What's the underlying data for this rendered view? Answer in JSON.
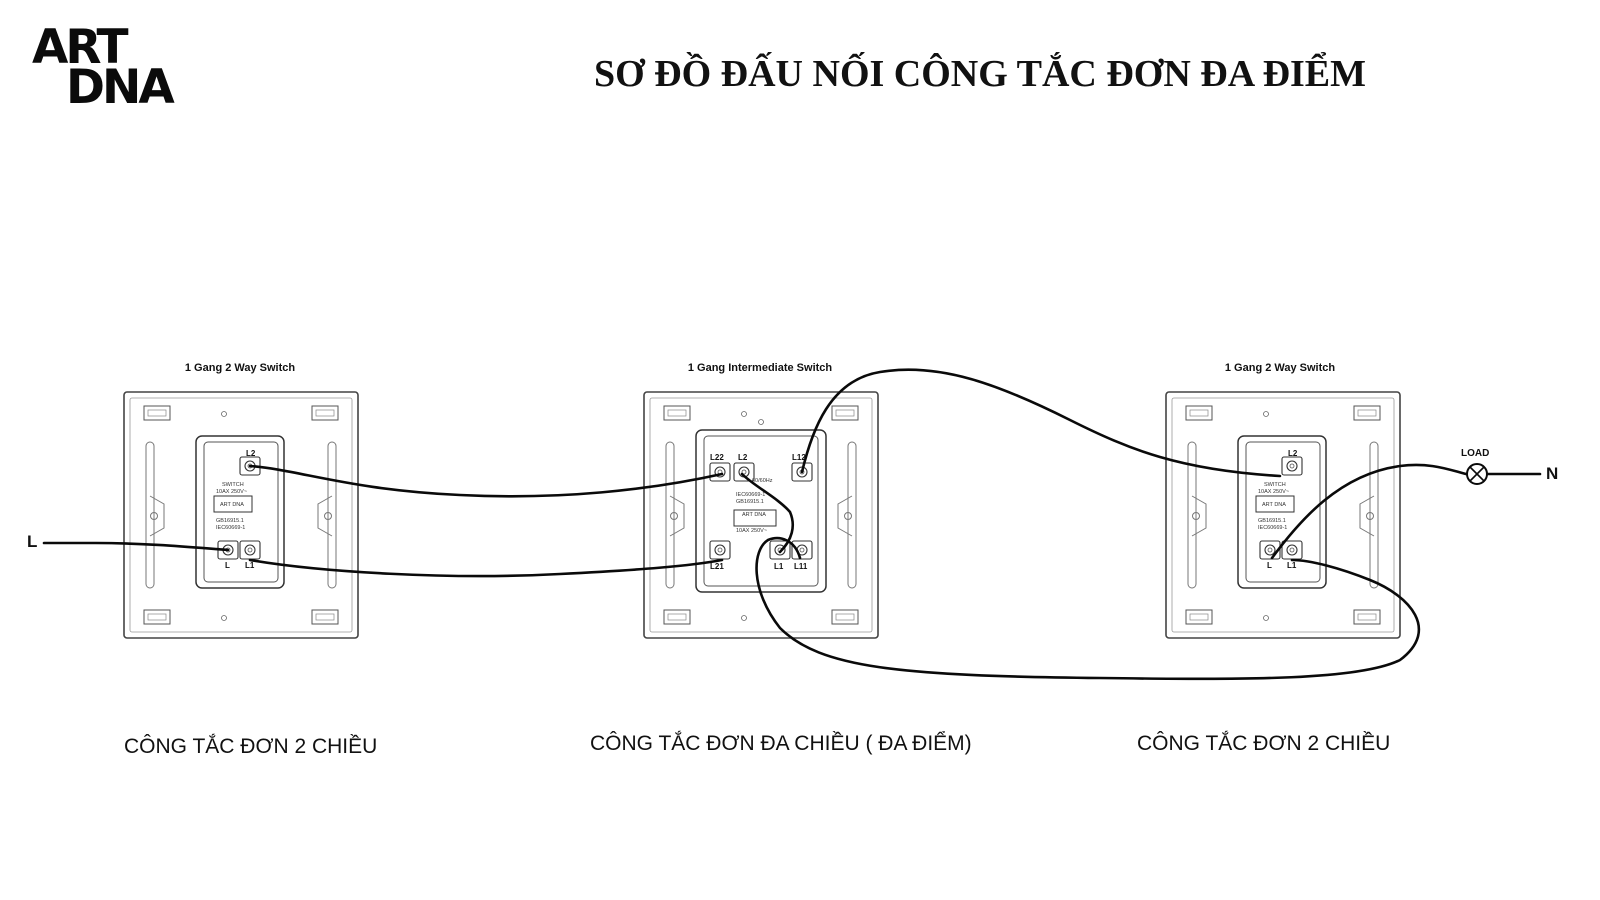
{
  "logo": {
    "line1": "ART",
    "line2": "DNA"
  },
  "title": "SƠ ĐỒ ĐẤU NỐI CÔNG TẮC ĐƠN ĐA ĐIỂM",
  "switches": [
    {
      "header": "1 Gang 2 Way Switch",
      "caption": "CÔNG TẮC ĐƠN 2 CHIỀU",
      "terminals": [
        "L2",
        "L",
        "L1"
      ],
      "module_text": [
        "SWITCH",
        "10AX 250V~",
        "GB16915.1",
        "IEC60669-1"
      ],
      "brand": "ART DNA"
    },
    {
      "header": "1 Gang Intermediate Switch",
      "caption": "CÔNG TẮC ĐƠN ĐA CHIỀU ( ĐA ĐIỂM)",
      "terminals": [
        "L22",
        "L2",
        "L12",
        "L21",
        "L1",
        "L11"
      ],
      "module_text": [
        "60/60Hz",
        "IEC60669-1",
        "GB16915.1",
        "10AX 250V~"
      ],
      "brand": "ART DNA"
    },
    {
      "header": "1 Gang 2 Way Switch",
      "caption": "CÔNG TẮC ĐƠN 2 CHIỀU",
      "terminals": [
        "L2",
        "L",
        "L1"
      ],
      "module_text": [
        "SWITCH",
        "10AX 250V~",
        "GB16915.1",
        "IEC60669-1"
      ],
      "brand": "ART DNA"
    }
  ],
  "line_label": "L",
  "neutral_label": "N",
  "load_label": "LOAD"
}
